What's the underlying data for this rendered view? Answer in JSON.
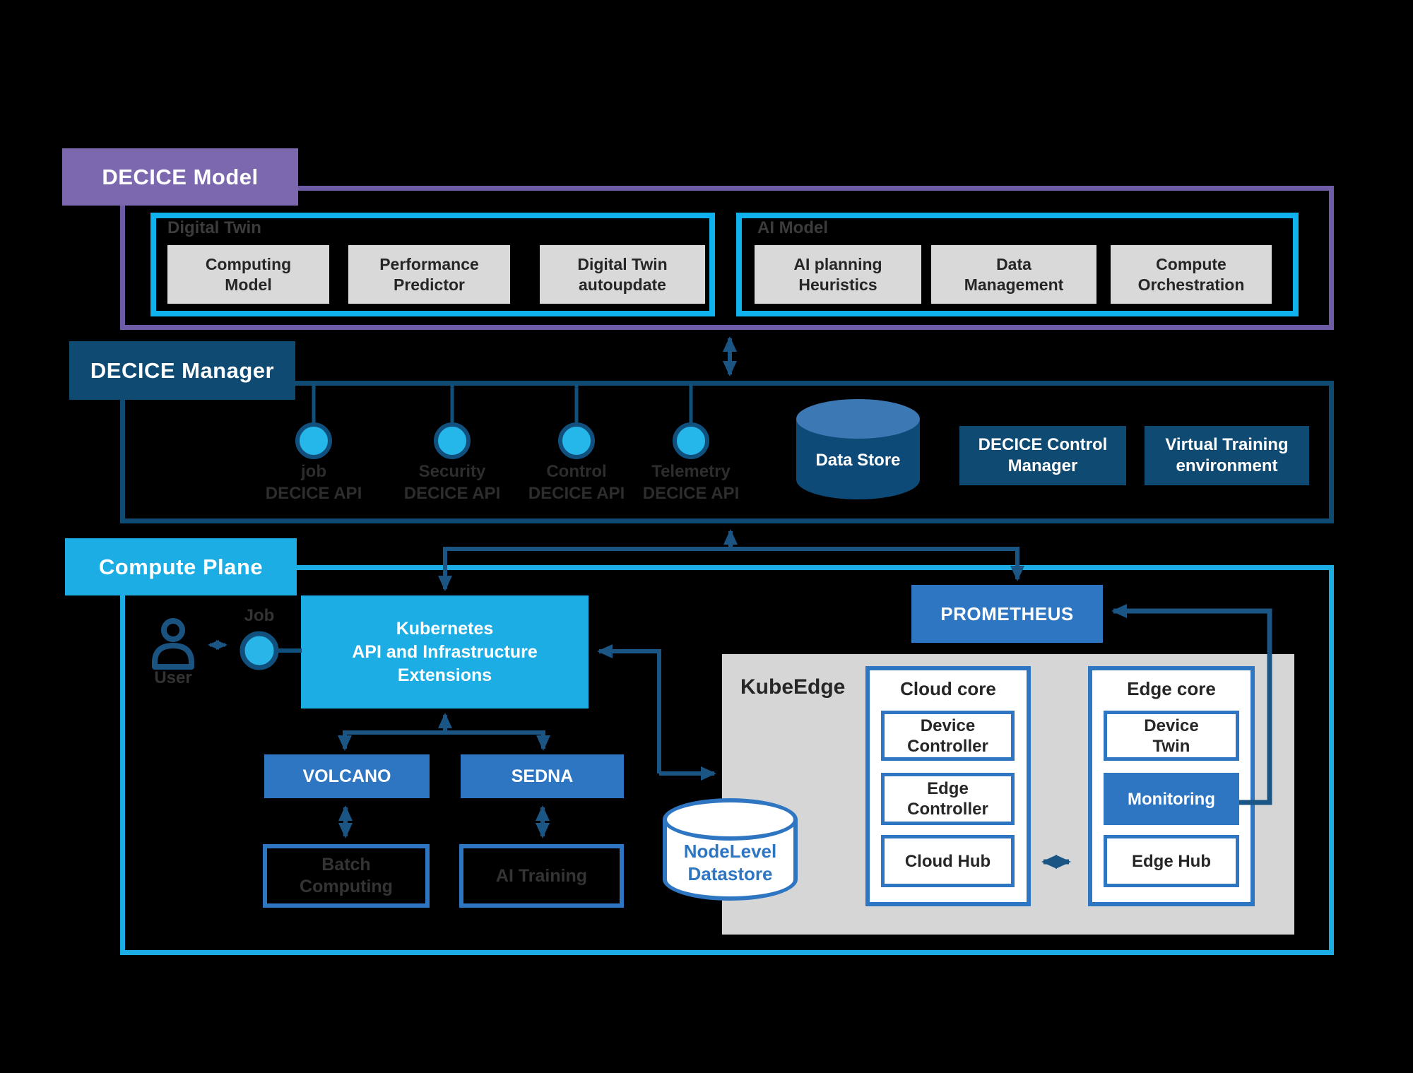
{
  "colors": {
    "background": "#000000",
    "purple": "#7b68af",
    "navy": "#0f4a73",
    "cyan": "#1bade4",
    "model_cyan": "#10b2ee",
    "medium_blue": "#2e76c2",
    "connector": "#1a5584",
    "lollipop_fill": "#25b6ea",
    "box_gray": "#d9d9d9",
    "kubeedge_gray": "#d6d6d6"
  },
  "model": {
    "label": "DECICE Model",
    "digital_twin": {
      "title": "Digital Twin",
      "boxes": [
        "Computing\nModel",
        "Performance\nPredictor",
        "Digital Twin\nautoupdate"
      ]
    },
    "ai_model": {
      "title": "AI Model",
      "boxes": [
        "AI planning\nHeuristics",
        "Data\nManagement",
        "Compute\nOrchestration"
      ]
    }
  },
  "manager": {
    "label": "DECICE Manager",
    "apis": [
      {
        "name": "job",
        "suffix": "DECICE API"
      },
      {
        "name": "Security",
        "suffix": "DECICE API"
      },
      {
        "name": "Control",
        "suffix": "DECICE API"
      },
      {
        "name": "Telemetry",
        "suffix": "DECICE API"
      }
    ],
    "data_store": "Data Store",
    "control_manager": "DECICE Control\nManager",
    "virtual_training": "Virtual Training\nenvironment"
  },
  "compute": {
    "label": "Compute Plane",
    "user": "User",
    "job": "Job",
    "kubernetes": "Kubernetes\nAPI and Infrastructure\nExtensions",
    "volcano": "VOLCANO",
    "sedna": "SEDNA",
    "batch": "Batch\nComputing",
    "ai_training": "AI Training",
    "prometheus": "PROMETHEUS",
    "kubeedge": "KubeEdge",
    "nodelevel": "NodeLevel\nDatastore",
    "cloud_core": {
      "title": "Cloud core",
      "boxes": [
        "Device\nController",
        "Edge\nController",
        "Cloud Hub"
      ]
    },
    "edge_core": {
      "title": "Edge core",
      "boxes": [
        "Device\nTwin",
        "Monitoring",
        "Edge Hub"
      ]
    }
  }
}
